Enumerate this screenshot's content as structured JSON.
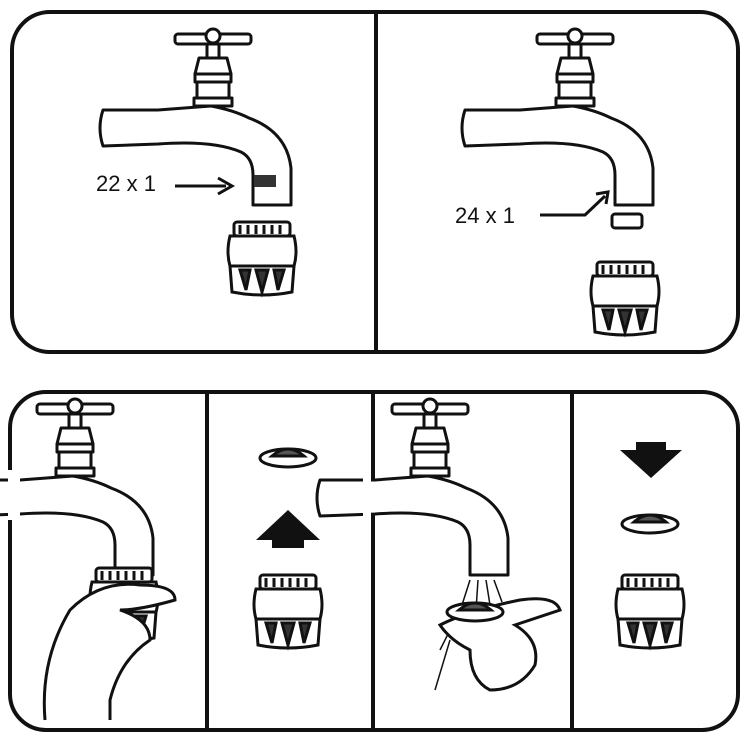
{
  "top_panel": {
    "step1": {
      "thread_label": "22 x 1"
    },
    "step2": {
      "thread_label": "24 x 1"
    }
  },
  "bottom_panel": {
    "steps": [
      "unscrew-aerator",
      "remove-filter",
      "rinse-filter",
      "replace-filter"
    ]
  },
  "colors": {
    "line": "#111111",
    "background": "#ffffff"
  }
}
